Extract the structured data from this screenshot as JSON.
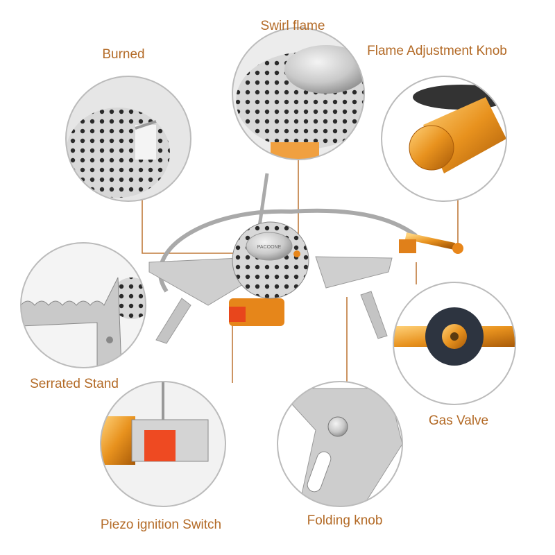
{
  "brand_logo": "PACOONE",
  "accent_color": "#b36a26",
  "labels": {
    "swirl_flame": "Swirl flame",
    "burned": "Burned",
    "flame_knob": "Flame Adjustment Knob",
    "serrated_stand": "Serrated Stand",
    "gas_valve": "Gas Valve",
    "piezo": "Piezo ignition Switch",
    "folding_knob": "Folding knob"
  }
}
